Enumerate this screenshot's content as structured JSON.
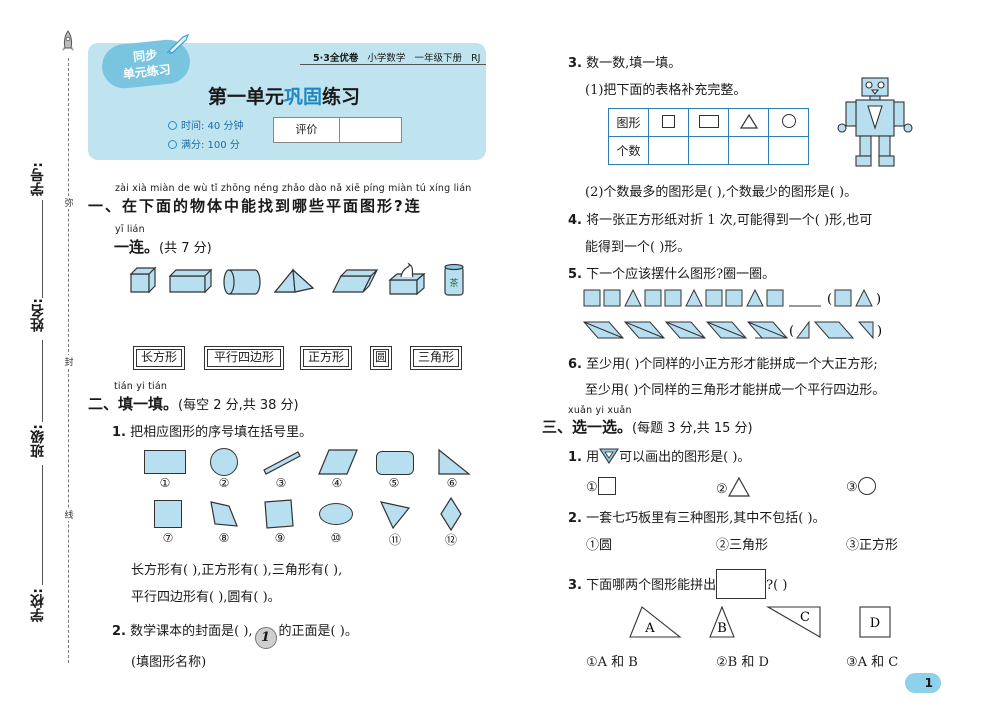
{
  "margin": {
    "labels": [
      "学号:",
      "姓名:",
      "班级:",
      "学校:"
    ],
    "cut_marks": [
      "弥",
      "封",
      "线"
    ]
  },
  "header": {
    "badge_line1": "同步",
    "badge_line2": "单元练习",
    "publisher": "5·3全优卷",
    "subject": "小学数学",
    "grade": "一年级下册",
    "edition": "RJ",
    "title_prefix": "第一单元",
    "title_highlight": "巩固",
    "title_suffix": "练习",
    "time": "时间: 40 分钟",
    "full_score": "满分: 100 分",
    "evaluation_label": "评价"
  },
  "section1": {
    "pinyin_line1": "zài xià miàn de wù tǐ zhōng néng zhǎo dào nǎ xiē píng miàn tú xíng lián",
    "title": "一、在下面的物体中能找到哪些平面图形?连",
    "pinyin_line2": "yī lián",
    "title2": "一连。",
    "points": "(共 7 分)",
    "objects": [
      "cube-icon",
      "cuboid-icon",
      "cylinder-icon",
      "triangular-prism-icon",
      "parallelogram-prism-icon",
      "tissue-box-icon",
      "tea-can-icon"
    ],
    "tea_label": "茶",
    "labels": [
      "长方形",
      "平行四边形",
      "正方形",
      "圆",
      "三角形"
    ]
  },
  "section2": {
    "pinyin": "tián yi tián",
    "title": "二、填一填。",
    "points": "(每空 2 分,共 38 分)",
    "q1_num": "1.",
    "q1": "把相应图形的序号填在括号里。",
    "shape_numbers": [
      "①",
      "②",
      "③",
      "④",
      "⑤",
      "⑥",
      "⑦",
      "⑧",
      "⑨",
      "⑩",
      "⑪",
      "⑫"
    ],
    "q1_line1": "长方形有(            ),正方形有(            ),三角形有(            ),",
    "q1_line2": "平行四边形有(            ),圆有(            )。",
    "q2_num": "2.",
    "q2_a": "数学课本的封面是(            ),",
    "coin_text": "1",
    "q2_b": "的正面是(            )。",
    "q2_note": "(填图形名称)"
  },
  "right": {
    "q3_num": "3.",
    "q3": "数一数,填一填。",
    "q3_1": "(1)把下面的表格补充完整。",
    "table_row1": "图形",
    "table_row2": "个数",
    "q3_2": "(2)个数最多的图形是(        ),个数最少的图形是(        )。",
    "q4_num": "4.",
    "q4_a": "将一张正方形纸对折 1 次,可能得到一个(            )形,也可",
    "q4_b": "能得到一个(            )形。",
    "q5_num": "5.",
    "q5": "下一个应该摆什么图形?圈一圈。",
    "q6_num": "6.",
    "q6_a": "至少用(        )个同样的小正方形才能拼成一个大正方形;",
    "q6_b": "至少用(        )个同样的三角形才能拼成一个平行四边形。"
  },
  "section3": {
    "pinyin": "xuǎn yi xuǎn",
    "title": "三、选一选。",
    "points": "(每题 3 分,共 15 分)",
    "q1_num": "1.",
    "q1_a": "用",
    "q1_b": "可以画出的图形是(        )。",
    "q1_opts": [
      "①",
      "②",
      "③"
    ],
    "q2_num": "2.",
    "q2": "一套七巧板里有三种图形,其中不包括(        )。",
    "q2_opts": [
      "①圆",
      "②三角形",
      "③正方形"
    ],
    "q3_num": "3.",
    "q3_a": "下面哪两个图形能拼出",
    "q3_b": "?(        )",
    "piece_labels": [
      "A",
      "B",
      "C",
      "D"
    ],
    "q3_opts": [
      "①A 和 B",
      "②B 和 D",
      "③A 和 C"
    ]
  },
  "page_number": "1",
  "colors": {
    "accent": "#1f87c2",
    "card": "#bfe4f0",
    "shape_fill": "#b8dff0"
  }
}
